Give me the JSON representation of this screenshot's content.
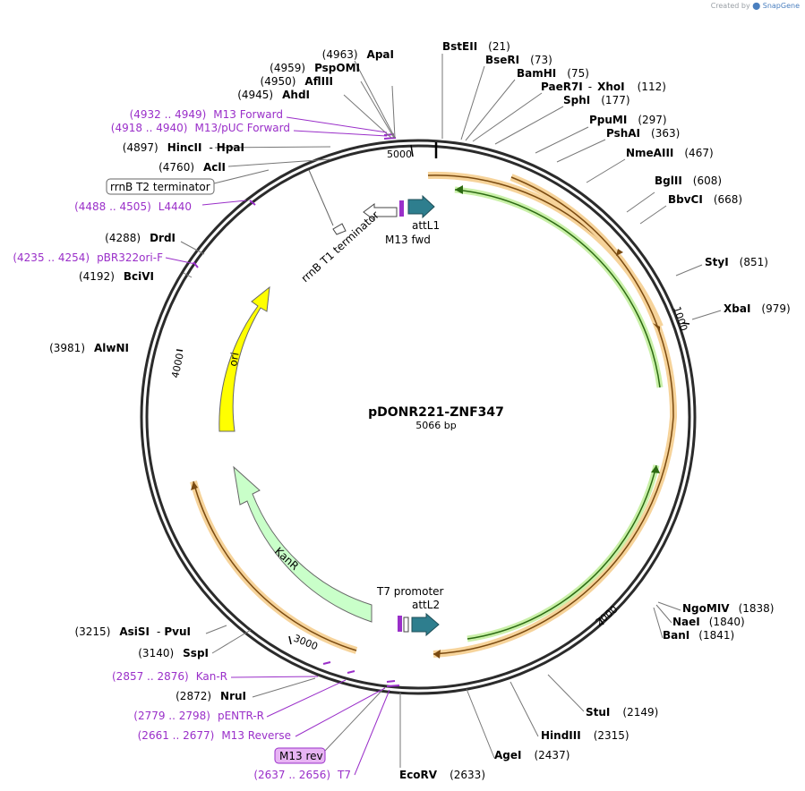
{
  "credit": {
    "prefix": "Created by",
    "brand": "SnapGene"
  },
  "plasmid": {
    "name": "pDONR221-ZNF347",
    "length": "5066 bp"
  },
  "ticks": [
    "5000",
    "1000",
    "2000",
    "3000",
    "4000"
  ],
  "features": {
    "attL1": "attL1",
    "m13fwd": "M13 fwd",
    "rrnB_T1": "rrnB T1 terminator",
    "rrnB_T2": "rrnB T2 terminator",
    "ori": "ori",
    "kanR": "KanR",
    "t7prom": "T7 promoter",
    "attL2": "attL2",
    "m13rev": "M13 rev"
  },
  "sites": [
    {
      "name": "BstEII",
      "pos": "(21)"
    },
    {
      "name": "BseRI",
      "pos": "(73)"
    },
    {
      "name": "BamHI",
      "pos": "(75)"
    },
    {
      "name": "PaeR7I",
      "name2": "XhoI",
      "pos": "(112)"
    },
    {
      "name": "SphI",
      "pos": "(177)"
    },
    {
      "name": "PpuMI",
      "pos": "(297)"
    },
    {
      "name": "PshAI",
      "pos": "(363)"
    },
    {
      "name": "NmeAIII",
      "pos": "(467)"
    },
    {
      "name": "BglII",
      "pos": "(608)"
    },
    {
      "name": "BbvCI",
      "pos": "(668)"
    },
    {
      "name": "StyI",
      "pos": "(851)"
    },
    {
      "name": "XbaI",
      "pos": "(979)"
    },
    {
      "name": "NgoMIV",
      "pos": "(1838)"
    },
    {
      "name": "NaeI",
      "pos": "(1840)"
    },
    {
      "name": "BanI",
      "pos": "(1841)"
    },
    {
      "name": "StuI",
      "pos": "(2149)"
    },
    {
      "name": "HindIII",
      "pos": "(2315)"
    },
    {
      "name": "AgeI",
      "pos": "(2437)"
    },
    {
      "name": "EcoRV",
      "pos": "(2633)"
    },
    {
      "name": "SspI",
      "pos": "(3140)"
    },
    {
      "name": "AsiSI",
      "name2": "PvuI",
      "pos": "(3215)"
    },
    {
      "name": "AlwNI",
      "pos": "(3981)"
    },
    {
      "name": "BciVI",
      "pos": "(4192)"
    },
    {
      "name": "DrdI",
      "pos": "(4288)"
    },
    {
      "name": "AclI",
      "pos": "(4760)"
    },
    {
      "name": "HincII",
      "name2": "HpaI",
      "pos": "(4897)"
    },
    {
      "name": "AhdI",
      "pos": "(4945)"
    },
    {
      "name": "AflIII",
      "pos": "(4950)"
    },
    {
      "name": "PspOMI",
      "pos": "(4959)"
    },
    {
      "name": "ApaI",
      "pos": "(4963)"
    },
    {
      "name": "NruI",
      "pos": "(2872)"
    }
  ],
  "primers": [
    {
      "range": "(4932 .. 4949)",
      "name": "M13 Forward"
    },
    {
      "range": "(4918 .. 4940)",
      "name": "M13/pUC Forward"
    },
    {
      "range": "(4488 .. 4505)",
      "name": "L4440"
    },
    {
      "range": "(4235 .. 4254)",
      "name": "pBR322ori-F"
    },
    {
      "range": "(2857 .. 2876)",
      "name": "Kan-R"
    },
    {
      "range": "(2779 .. 2798)",
      "name": "pENTR-R"
    },
    {
      "range": "(2661 .. 2677)",
      "name": "M13 Reverse"
    },
    {
      "range": "(2637 .. 2656)",
      "name": "T7"
    }
  ],
  "colors": {
    "backbone": "#333333",
    "orf": "#f0b84a",
    "orf_dark": "#7a4a10",
    "green": "#6cc23c",
    "green_dark": "#2c6a12",
    "ori": "#ffff00",
    "kanr": "#c9ffc9",
    "att": "#2e7e8e",
    "primer": "#9a2fc9"
  }
}
